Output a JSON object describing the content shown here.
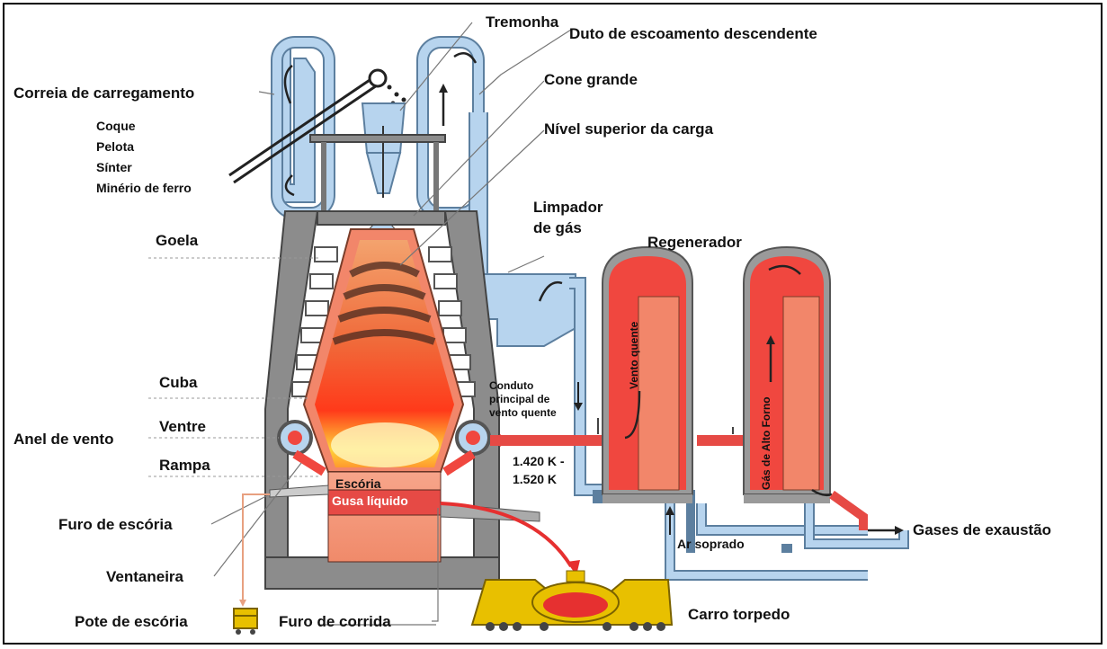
{
  "labels": {
    "tremonha": "Tremonha",
    "duto": "Duto de escoamento descendente",
    "correia": "Correia de carregamento",
    "cone": "Cone grande",
    "nivel": "Nível superior da carga",
    "coque": "Coque",
    "pelota": "Pelota",
    "sinter": "Sínter",
    "minerio": "Minério de ferro",
    "limpador_1": "Limpador",
    "limpador_2": "de gás",
    "regenerador": "Regenerador",
    "goela": "Goela",
    "cuba": "Cuba",
    "ventre": "Ventre",
    "anel": "Anel de vento",
    "rampa": "Rampa",
    "conduto_1": "Conduto",
    "conduto_2": "principal de",
    "conduto_3": "vento quente",
    "vento_quente": "Vento quente",
    "gas_alto_forno": "Gás de Alto Forno",
    "temp_1": "1.420 K -",
    "temp_2": "1.520 K",
    "escoria": "Escória",
    "gusa": "Gusa líquido",
    "furo_escoria": "Furo de escória",
    "ventaneira": "Ventaneira",
    "gases_exaustao": "Gases de exaustão",
    "ar_soprado": "Ar soprado",
    "pote": "Pote de escória",
    "furo_corrida": "Furo de corrida",
    "carro": "Carro torpedo"
  },
  "colors": {
    "duct": "#b7d4ee",
    "steel": "#8c8c8c",
    "hot": "#f0473f",
    "brick": "#f2866a",
    "flame": "#ff9a2e"
  }
}
